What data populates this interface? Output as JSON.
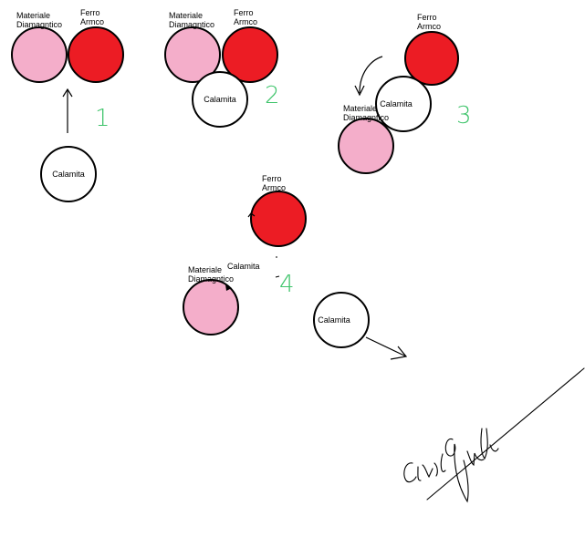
{
  "colors": {
    "diamagnetic": "#f4aeca",
    "iron": "#ec1c24",
    "magnet": "#ffffff",
    "outline": "#000000",
    "step_number": "#3fc46b"
  },
  "labels": {
    "diamagnetic": [
      "Materiale",
      "Diamagntico"
    ],
    "iron": [
      "Ferro",
      "Armco"
    ],
    "magnet": "Calamita"
  },
  "steps": [
    {
      "number": "1"
    },
    {
      "number": "2"
    },
    {
      "number": "3"
    },
    {
      "number": "4"
    }
  ],
  "signature": {
    "text": "Cattori Giordano",
    "type": "handwritten-signature"
  },
  "icons": [
    "arrow-up-icon",
    "curved-arrow-icon",
    "arrow-right-icon"
  ]
}
